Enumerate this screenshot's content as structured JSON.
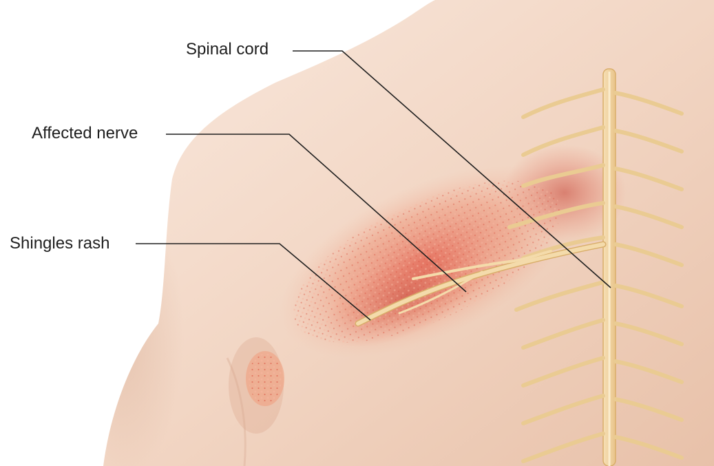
{
  "labels": {
    "spinal_cord": "Spinal cord",
    "affected_nerve": "Affected nerve",
    "shingles_rash": "Shingles rash"
  },
  "colors": {
    "background": "#ffffff",
    "skin_light": "#f6e3d6",
    "skin_mid": "#ecc9b4",
    "skin_shadow": "#d8ab90",
    "rash": "#e5604f",
    "rash_light": "#f29a7a",
    "nerve": "#f1d3a0",
    "nerve_edge": "#d9ae6a",
    "leader_line": "#1e1e1e"
  }
}
